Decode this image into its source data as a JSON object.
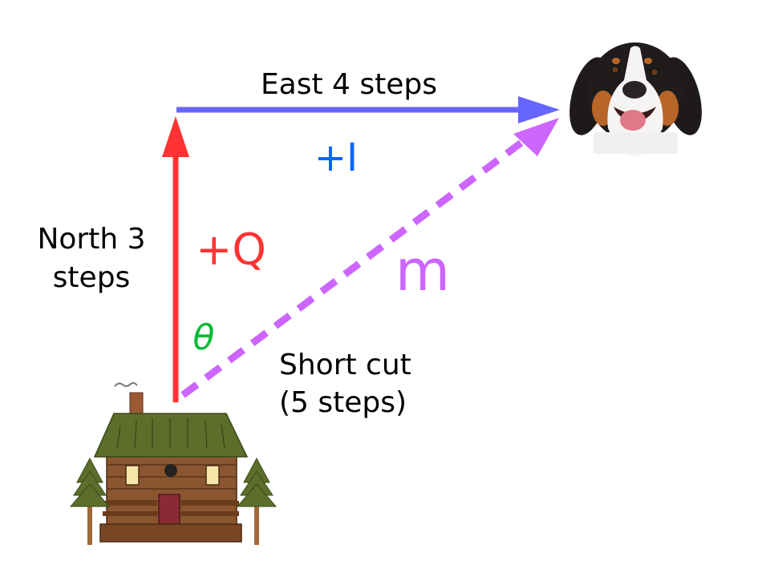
{
  "labels": {
    "east": "East 4 steps",
    "plus_i": "+I",
    "north_line1": "North 3",
    "north_line2": "steps",
    "plus_q": "+Q",
    "m": "m",
    "theta": "θ",
    "shortcut_line1": "Short cut",
    "shortcut_line2": "(5 steps)"
  },
  "vectors": {
    "north": {
      "direction": "north",
      "steps": 3,
      "color": "#ff3333"
    },
    "east": {
      "direction": "east",
      "steps": 4,
      "color": "#6666ff"
    },
    "shortcut": {
      "direction": "north-east",
      "steps": 5,
      "color": "#cc66ff",
      "style": "dashed"
    }
  },
  "colors": {
    "text": "#000000",
    "plus_i": "#0066ff",
    "plus_q": "#ff3333",
    "m": "#cc66ff",
    "theta": "#00bb33"
  },
  "images": {
    "start": "log-cabin",
    "destination": "dog"
  }
}
